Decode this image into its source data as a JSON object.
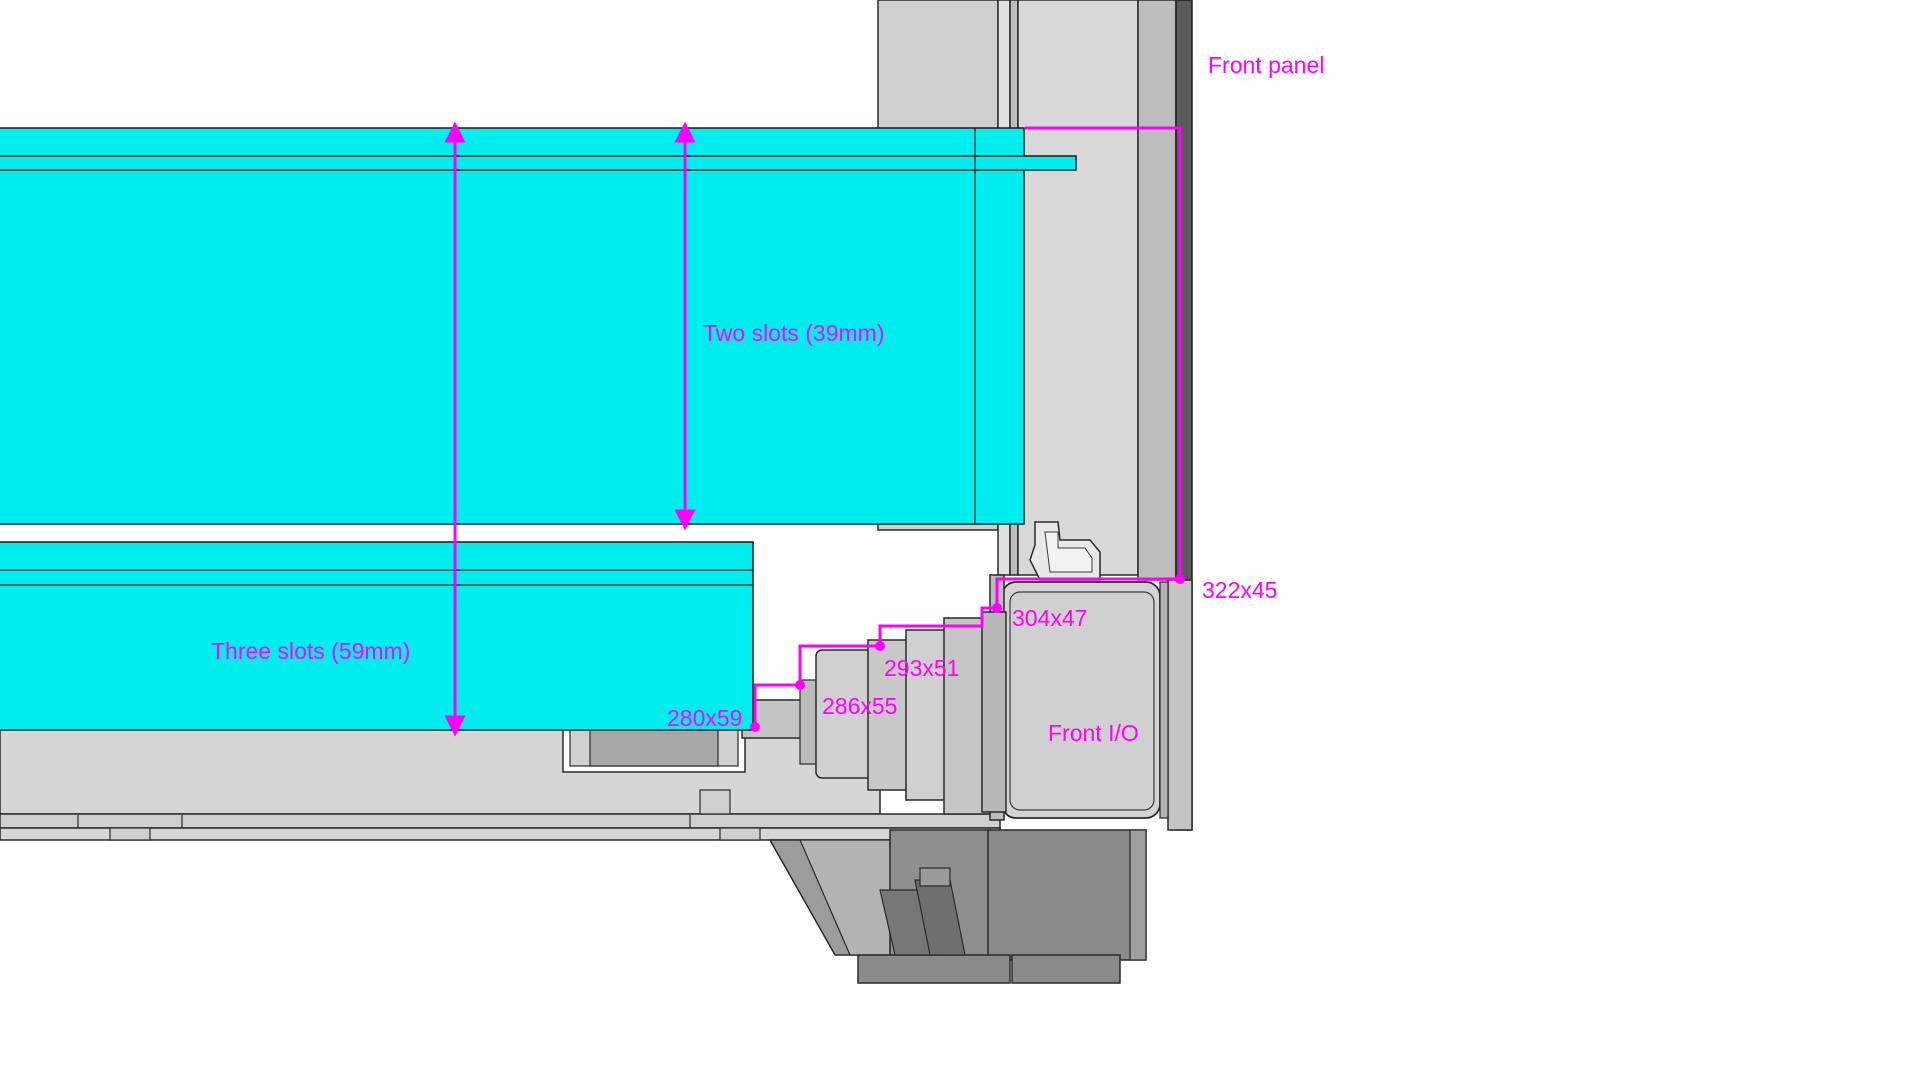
{
  "colors": {
    "accent": "#ff00ff",
    "card": "#00eeee",
    "chassis_light": "#d6d6d6",
    "chassis_mid": "#b8b8b8",
    "chassis_dark": "#8a8a8a",
    "panel_dark": "#5a5a5a",
    "outline": "#2a2a2a"
  },
  "labels": {
    "front_panel": "Front panel",
    "two_slots": "Two slots (39mm)",
    "three_slots": "Three slots (59mm)",
    "front_io": "Front I/O"
  },
  "dimensions": [
    "322x45",
    "304x47",
    "293x51",
    "286x55",
    "280x59"
  ]
}
